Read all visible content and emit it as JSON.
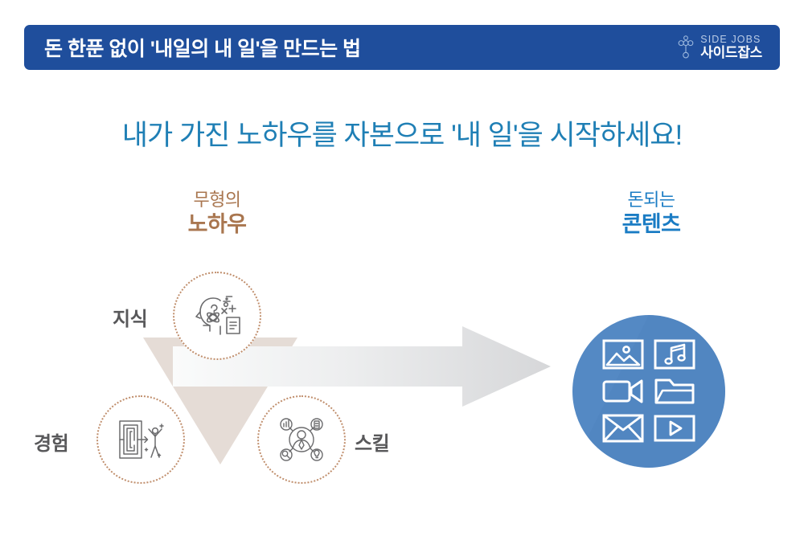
{
  "header": {
    "title": "돈 한푼 없이 '내일의 내 일'을 만드는 법",
    "bar_color": "#1F4E9C",
    "logo": {
      "mark_name": "side-jobs-logo-mark",
      "english": "SIDE JOBS",
      "korean": "사이드잡스"
    }
  },
  "subtitle": {
    "text": "내가 가진 노하우를 자본으로 '내 일'을 시작하세요!",
    "color": "#1F7FB5"
  },
  "captions": {
    "left": {
      "top": "무형의",
      "bottom": "노하우",
      "color": "#A9764F"
    },
    "right": {
      "top": "돈되는",
      "bottom": "콘텐츠",
      "color": "#1A7CC4"
    }
  },
  "diagram": {
    "triangle_color": "#E5DCD6",
    "arrow": {
      "name": "transformation-arrow",
      "direction": "right",
      "color_start": "#F7F8F8",
      "color_end": "#D8D9DA"
    },
    "nodes": [
      {
        "id": "knowledge",
        "label": "지식",
        "icon": "head-with-knowledge-symbols-icon",
        "border_color": "#C08E6C"
      },
      {
        "id": "experience",
        "label": "경험",
        "icon": "maze-with-person-icon",
        "border_color": "#C08E6C"
      },
      {
        "id": "skill",
        "label": "스킬",
        "icon": "person-skills-network-icon",
        "border_color": "#C08E6C"
      }
    ],
    "content_circle": {
      "name": "content-circle",
      "color": "#5489C4",
      "icons": [
        "image-icon",
        "music-note-icon",
        "video-camera-icon",
        "folder-icon",
        "envelope-icon",
        "play-button-icon"
      ]
    }
  }
}
